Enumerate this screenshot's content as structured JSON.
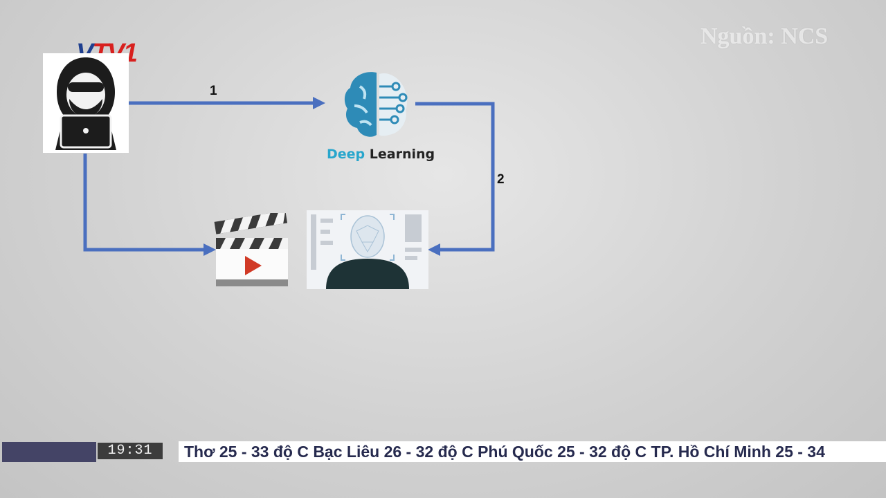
{
  "broadcast": {
    "logo_v": "V",
    "logo_rest": "TV1",
    "source": "Nguồn: NCS",
    "clock": "19:31",
    "ticker": "Thơ 25 - 33 độ C  Bạc Liêu 26 - 32 độ C  Phú Quốc 25 - 32 độ C  TP. Hồ Chí Minh 25 - 34"
  },
  "diagram": {
    "step1": "1",
    "step2": "2",
    "deep_word": "Deep",
    "learning_word": "Learning",
    "arrow_color": "#4a6fbf",
    "icons": [
      "hacker-laptop-icon",
      "brain-circuit-icon",
      "clapperboard-video-icon",
      "face-scan-icon"
    ]
  },
  "colors": {
    "logo_red": "#d8201e",
    "logo_blue": "#1f3f8f",
    "deep_cyan": "#28a6cc",
    "ticker_text": "#262a4e"
  }
}
